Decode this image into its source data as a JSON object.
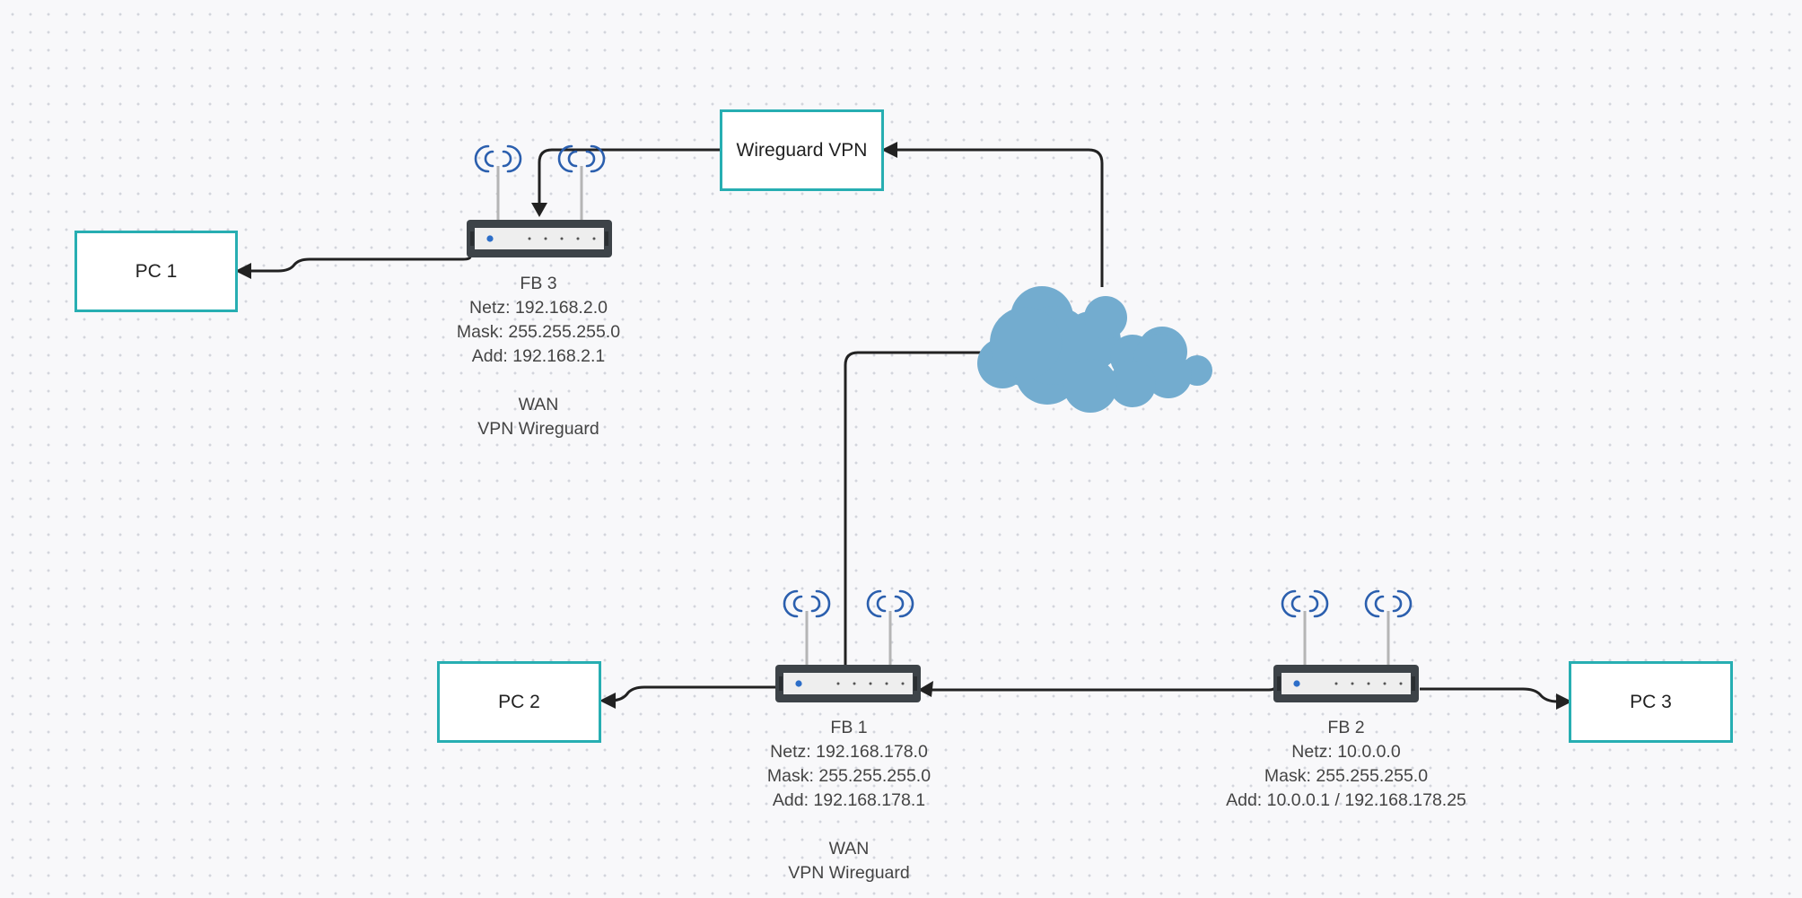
{
  "nodes": {
    "pc1": "PC 1",
    "pc2": "PC 2",
    "pc3": "PC 3",
    "vpn": "Wireguard VPN"
  },
  "routers": {
    "fb3": {
      "name": "FB 3",
      "netz": "Netz: 192.168.2.0",
      "mask": "Mask: 255.255.255.0",
      "add": "Add: 192.168.2.1",
      "wan": "WAN",
      "vpn": "VPN Wireguard"
    },
    "fb1": {
      "name": "FB 1",
      "netz": "Netz: 192.168.178.0",
      "mask": "Mask: 255.255.255.0",
      "add": "Add: 192.168.178.1",
      "wan": "WAN",
      "vpn": "VPN Wireguard"
    },
    "fb2": {
      "name": "FB 2",
      "netz": "Netz: 10.0.0.0",
      "mask": "Mask: 255.255.255.0",
      "add": "Add: 10.0.0.1 / 192.168.178.25"
    }
  },
  "colors": {
    "box_border": "#27aeb2",
    "connector": "#222222",
    "cloud": "#73accf",
    "wifi": "#2b5fae",
    "router_body": "#3d4348"
  },
  "icons": {
    "router": "router-icon",
    "cloud": "cloud-icon",
    "wifi": "wifi-antenna-icon"
  }
}
